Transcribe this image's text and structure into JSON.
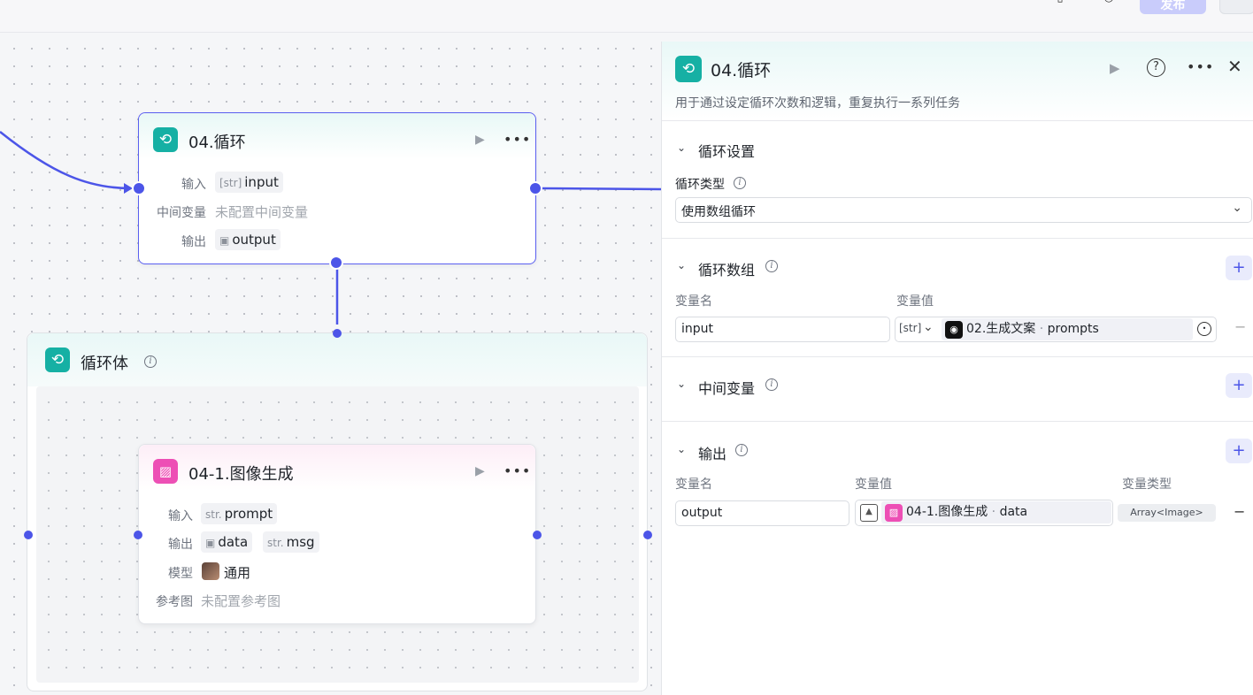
{
  "topbar": {
    "publish_label": "发布"
  },
  "loop_node": {
    "title": "04.循环",
    "rows": {
      "input_label": "输入",
      "input_type": "[str]",
      "input_value": "input",
      "mid_label": "中间变量",
      "mid_value": "未配置中间变量",
      "output_label": "输出",
      "output_value": "output"
    }
  },
  "loop_body": {
    "title": "循环体"
  },
  "image_node": {
    "title": "04-1.图像生成",
    "input_label": "输入",
    "input_type": "str.",
    "input_value": "prompt",
    "output_label": "输出",
    "output_data": "data",
    "output_msg_type": "str.",
    "output_msg": "msg",
    "model_label": "模型",
    "model_value": "通用",
    "ref_label": "参考图",
    "ref_value": "未配置参考图"
  },
  "panel": {
    "title": "04.循环",
    "description": "用于通过设定循环次数和逻辑，重复执行一系列任务",
    "loop_settings": {
      "title": "循环设置",
      "type_label": "循环类型",
      "type_value": "使用数组循环"
    },
    "loop_array": {
      "title": "循环数组",
      "col_name": "变量名",
      "col_value": "变量值",
      "row_name": "input",
      "row_type": "[str]",
      "row_ref_source": "02.生成文案",
      "row_ref_sep": " · ",
      "row_ref_field": "prompts"
    },
    "mid_vars": {
      "title": "中间变量"
    },
    "outputs": {
      "title": "输出",
      "col_name": "变量名",
      "col_value": "变量值",
      "col_type": "变量类型",
      "row_name": "output",
      "row_ref_source": "04-1.图像生成",
      "row_ref_sep": " · ",
      "row_ref_field": "data",
      "row_type": "Array<Image>"
    }
  }
}
